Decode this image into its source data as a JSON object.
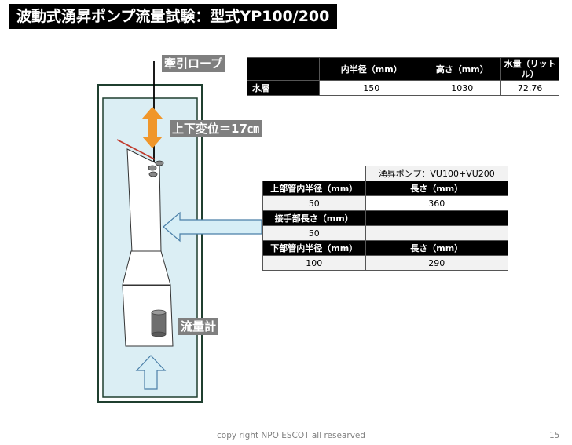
{
  "title": "波動式湧昇ポンプ流量試験：型式YP100/200",
  "labels": {
    "rope": "牽引ロープ",
    "displacement": "上下変位＝17㎝",
    "flowmeter": "流量計"
  },
  "table1": {
    "headers": [
      "",
      "内半径（mm）",
      "高さ（mm）",
      "水量（リットル）"
    ],
    "row": [
      "水層",
      "150",
      "1030",
      "72.76"
    ]
  },
  "table2": {
    "pump_title": "湧昇ポンプ：VU100+VU200",
    "upper_pipe_radius_label": "上部管内半径（mm）",
    "upper_length_label": "長さ（mm）",
    "upper_pipe_radius": "50",
    "upper_length": "360",
    "joint_length_label": "接手部長さ（mm）",
    "joint_length": "50",
    "lower_pipe_radius_label": "下部管内半径（mm）",
    "lower_length_label": "長さ（mm）",
    "lower_pipe_radius": "100",
    "lower_length": "290"
  },
  "footer": {
    "copyright": "copy right NPO ESCOT all researved",
    "page_number": "15"
  },
  "colors": {
    "tank_fill": "#dbeef4",
    "tank_border": "#1f3f2f",
    "arrow_orange": "#f0962a",
    "arrow_fill": "#d6eef6",
    "arrow_stroke": "#4a7fa8",
    "label_bg": "#7f7f7f"
  }
}
